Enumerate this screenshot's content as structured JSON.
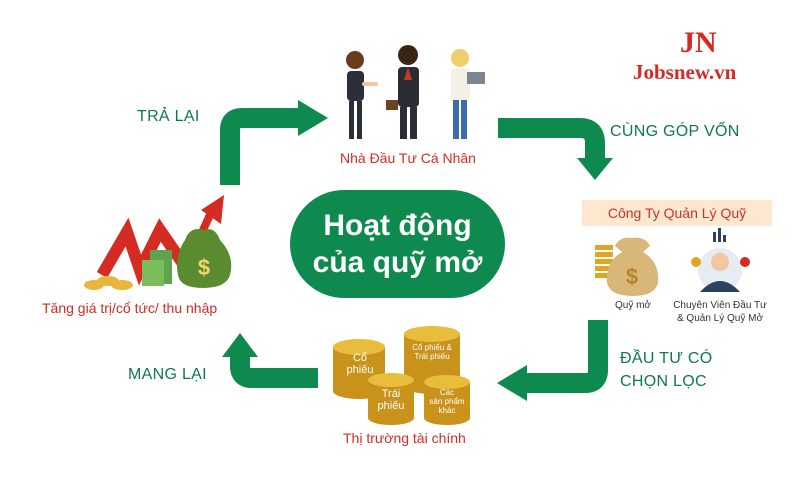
{
  "brand": {
    "logo_letters": "JN",
    "site_name": "Jobsnew.vn"
  },
  "center": {
    "line1": "Hoạt động",
    "line2": "của quỹ mở"
  },
  "nodes": {
    "investors": "Nhà Đầu Tư Cá Nhân",
    "company": "Công Ty Quản Lý Quỹ",
    "open_fund": "Quỹ mở",
    "specialist_line1": "Chuyên Viên Đầu Tư",
    "specialist_line2": "& Quản Lý Quỹ Mở",
    "market": "Thị trường tài chính",
    "growth": "Tăng giá trị/cổ tức/ thu nhập"
  },
  "flows": {
    "contribute": "CÙNG GÓP VỐN",
    "invest_line1": "ĐẦU TƯ CÓ",
    "invest_line2": "CHỌN LỌC",
    "bring_back": "MANG LẠI",
    "return": "TRẢ LẠI"
  },
  "coins": {
    "stocks_line1": "Cổ",
    "stocks_line2": "phiếu",
    "mixed_line1": "Cổ phiếu &",
    "mixed_line2": "Trái phiếu",
    "bonds_line1": "Trái",
    "bonds_line2": "phiếu",
    "other_line1": "Các",
    "other_line2": "sản phẩm",
    "other_line3": "khác"
  },
  "colors": {
    "green": "#0e8a4f",
    "red": "#d42b22",
    "gold": "#d9a520",
    "peach": "#fde7ce"
  },
  "icons": [
    "investors-illustration",
    "money-bag-icon",
    "specialist-icon",
    "coin-stack-icon",
    "growth-chart-icon",
    "dollar-icon",
    "arrow-icon"
  ]
}
